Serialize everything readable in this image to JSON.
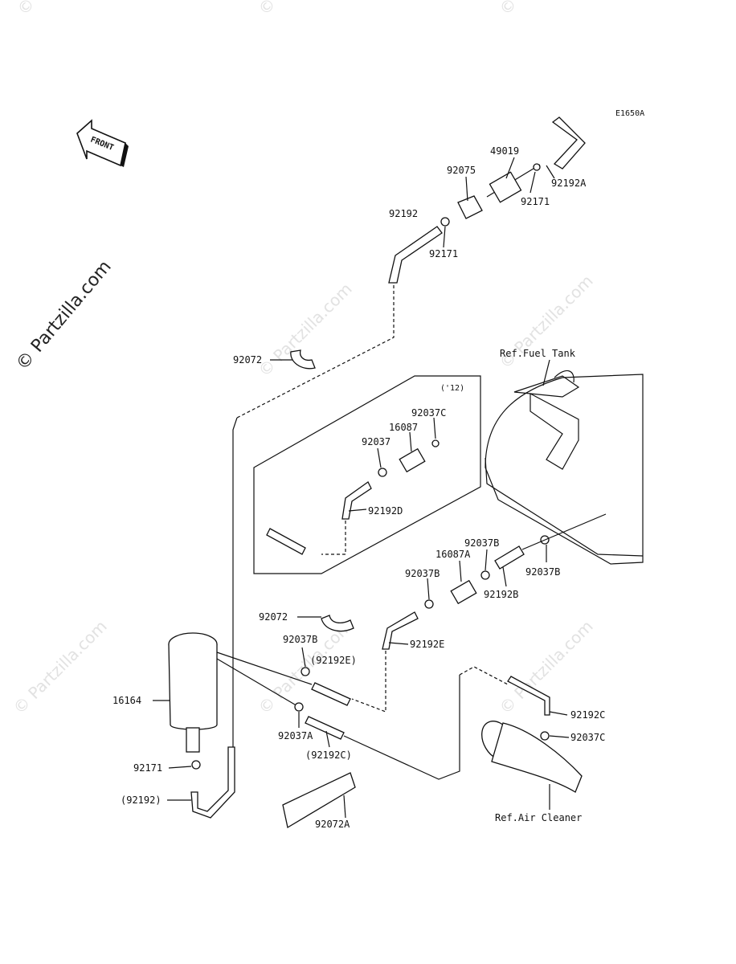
{
  "diagram_code": "E1650A",
  "front_label": "FRONT",
  "watermark_main": "© Partzilla.com",
  "watermark_small": "© Partzilla.com",
  "year_note": "('12)",
  "labels": {
    "p49019": "49019",
    "p92075": "92075",
    "p92171_top": "92171",
    "p92192A": "92192A",
    "p92192": "92192",
    "p92171_mid": "92171",
    "p92072_top": "92072",
    "ref_fuel_tank": "Ref.Fuel Tank",
    "p92037C_top": "92037C",
    "p16087": "16087",
    "p92037": "92037",
    "p92192D": "92192D",
    "p92037B_a": "92037B",
    "p16087A": "16087A",
    "p92037B_b": "92037B",
    "p92037B_c": "92037B",
    "p92192B": "92192B",
    "p92072_mid": "92072",
    "p92037B_d": "92037B",
    "p92192E": "92192E",
    "p92192E_paren": "(92192E)",
    "p16164": "16164",
    "p92037A": "92037A",
    "p92192C_paren": "(92192C)",
    "p92192C": "92192C",
    "p92037C_bot": "92037C",
    "p92171_bot": "92171",
    "p92192_paren": "(92192)",
    "p92072A": "92072A",
    "ref_air_cleaner": "Ref.Air Cleaner"
  }
}
